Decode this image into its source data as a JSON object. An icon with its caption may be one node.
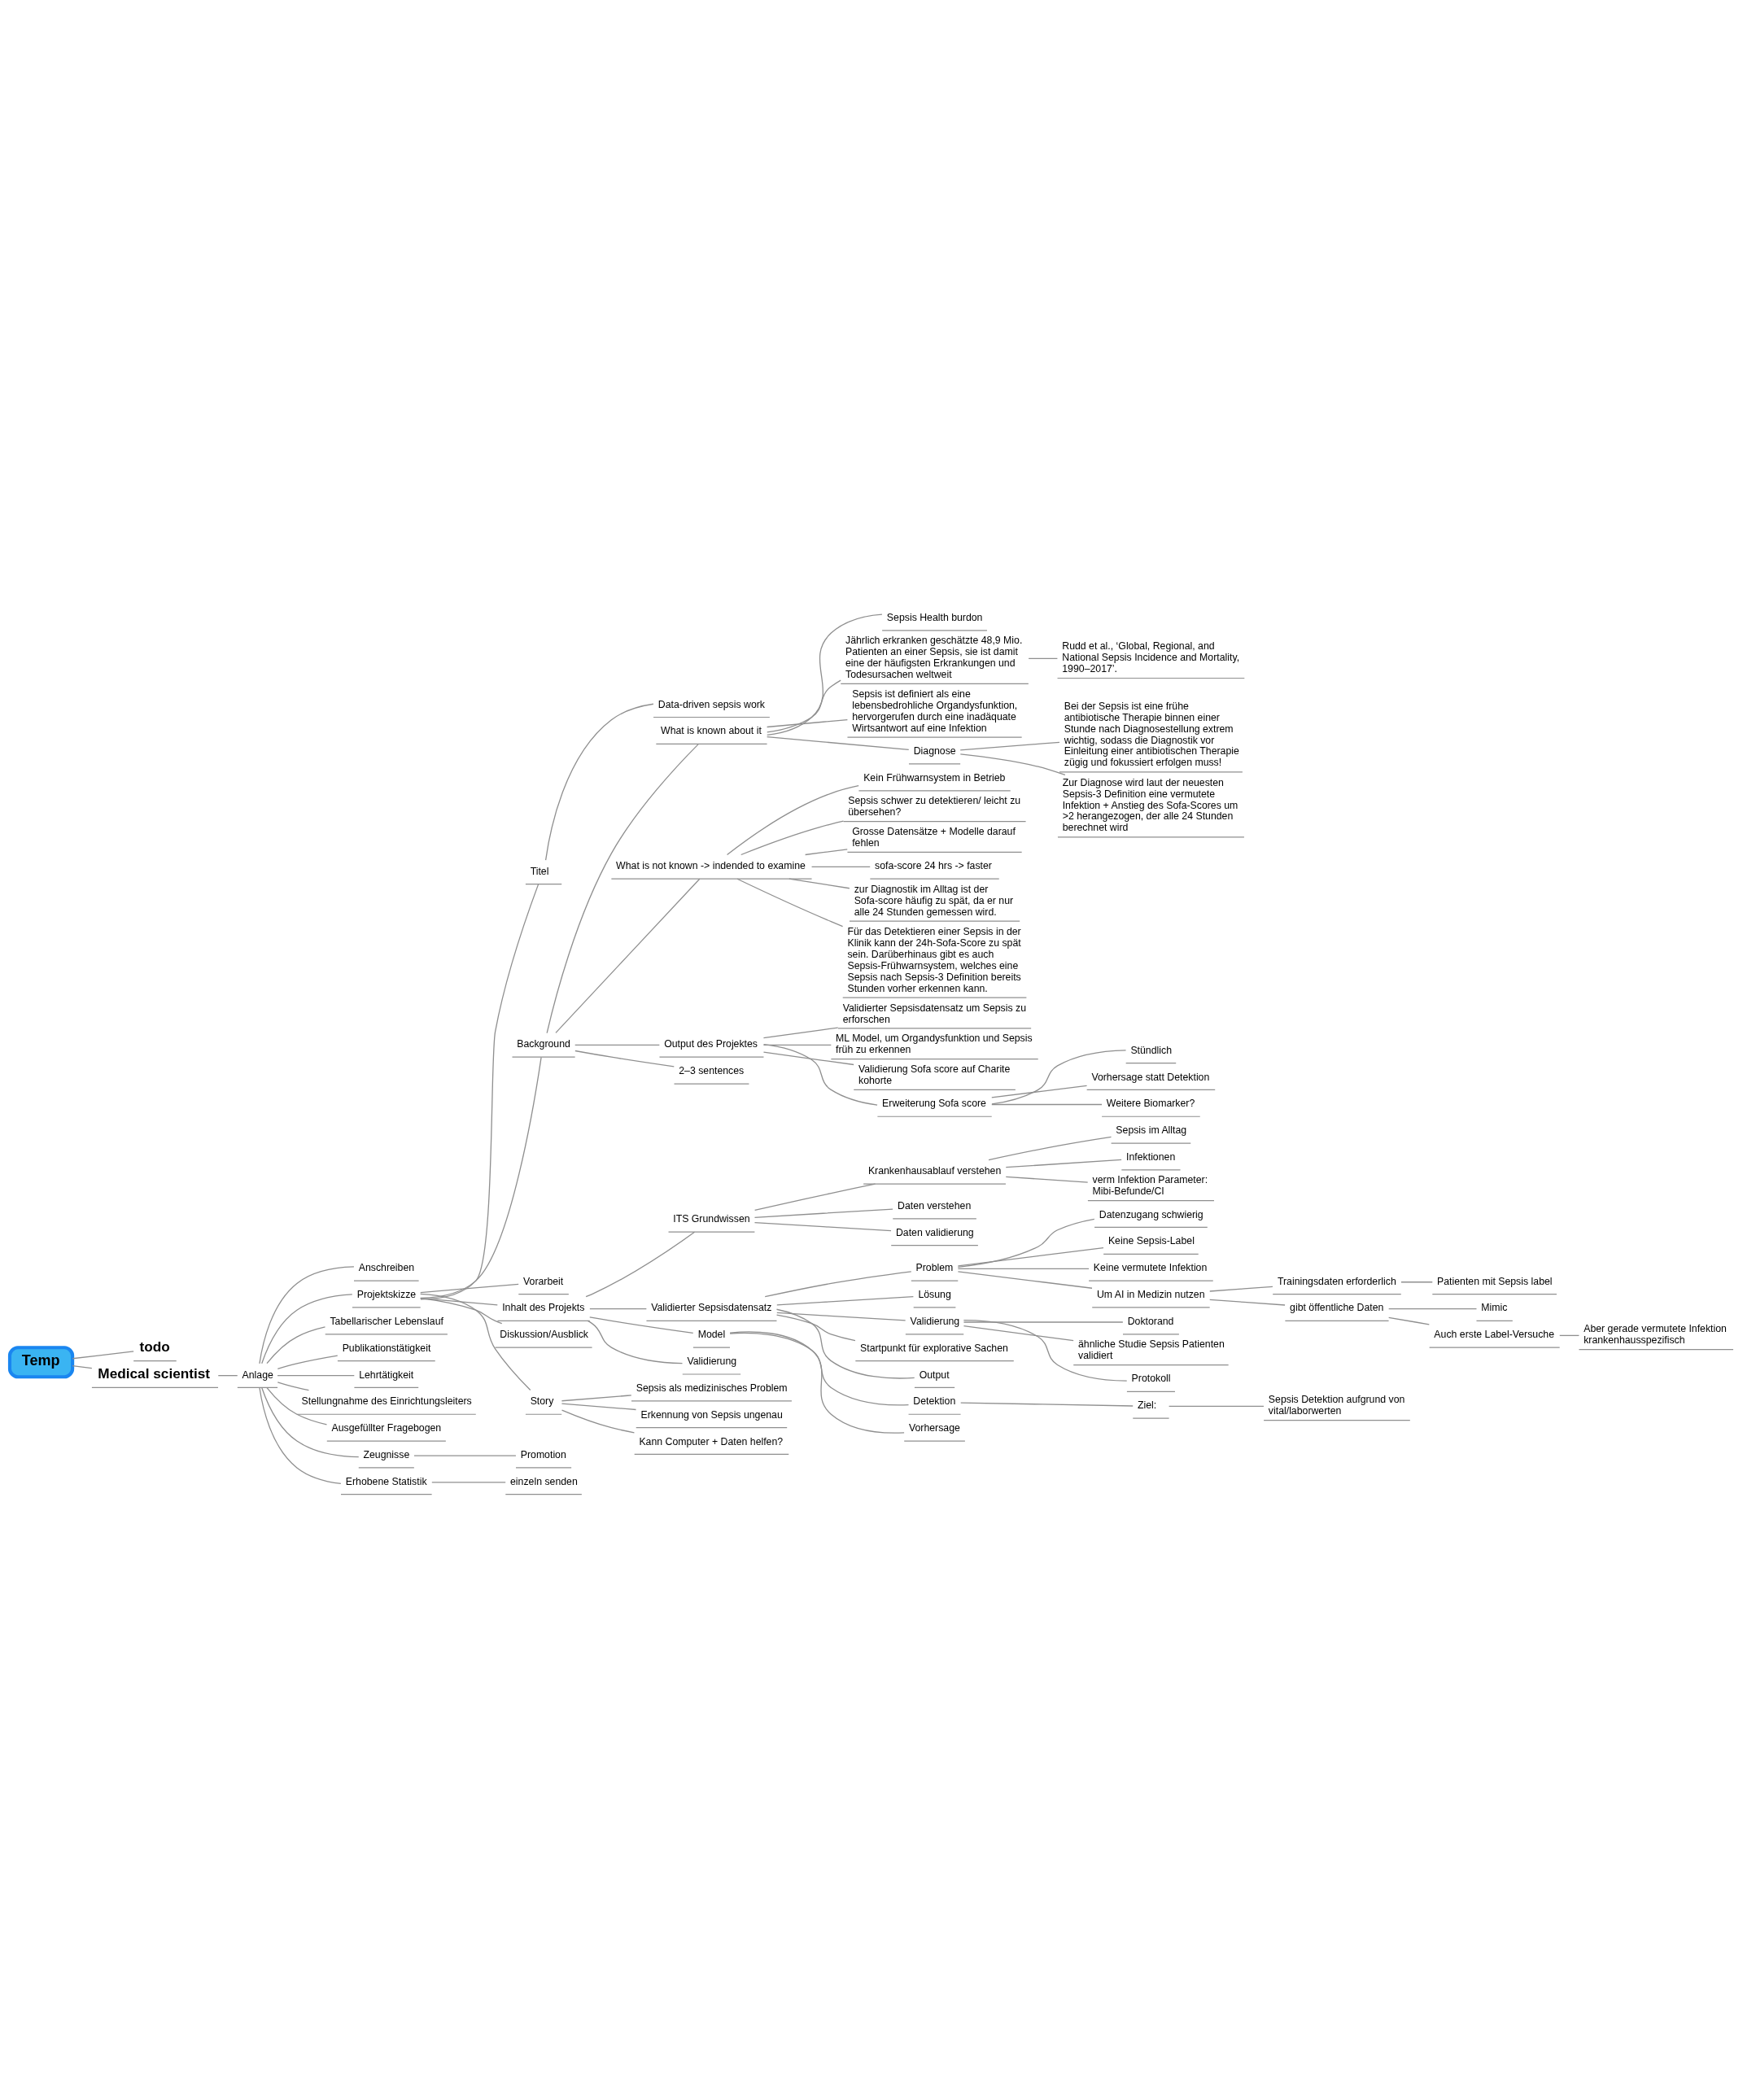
{
  "diagram": {
    "nodes": [
      {
        "text": [
          "Temp"
        ]
      },
      {
        "text": [
          "todo"
        ]
      },
      {
        "text": [
          "Medical scientist"
        ]
      },
      {
        "text": [
          "Anlage"
        ]
      },
      {
        "text": [
          "Anschreiben"
        ]
      },
      {
        "text": [
          "Projektskizze"
        ]
      },
      {
        "text": [
          "Titel"
        ]
      },
      {
        "text": [
          "Data-driven sepsis work"
        ]
      },
      {
        "text": [
          "Background"
        ]
      },
      {
        "text": [
          "What is known about it"
        ]
      },
      {
        "text": [
          "Sepsis Health burdon"
        ]
      },
      {
        "text": [
          "Jährlich erkranken geschätzte 48,9 Mio. Patienten an einer Sepsis, sie ist damit eine der häufigsten Erkrankungen und Todesursachen weltweit"
        ]
      },
      {
        "text": [
          "Rudd et al., ‘Global, Regional, and National Sepsis Incidence and Mortality, 1990–2017’."
        ]
      },
      {
        "text": [
          "Sepsis ist definiert als eine lebensbedrohliche Organdysfunktion, hervorgerufen durch eine inadäquate Wirtsantwort auf eine Infektion"
        ]
      },
      {
        "text": [
          "Diagnose"
        ]
      },
      {
        "text": [
          "Bei der Sepsis ist eine frühe antibiotische Therapie binnen einer Stunde nach Diagnosestellung extrem wichtig, sodass die Diagnostik vor Einleitung einer antibiotischen Therapie zügig und fokussiert erfolgen muss!"
        ]
      },
      {
        "text": [
          "Zur Diagnose wird laut der neuesten Sepsis-3 Definition eine vermutete Infektion + Anstieg des Sofa-Scores um >2 herangezogen, der alle 24 Stunden berechnet wird"
        ]
      },
      {
        "text": [
          "What is not known -> indended to examine"
        ]
      },
      {
        "text": [
          "Kein Frühwarnsystem in Betrieb"
        ]
      },
      {
        "text": [
          "Sepsis schwer zu detektieren/ leicht zu übersehen?"
        ]
      },
      {
        "text": [
          "Grosse Datensätze + Modelle darauf fehlen"
        ]
      },
      {
        "text": [
          "sofa-score 24 hrs -> faster"
        ]
      },
      {
        "text": [
          "zur Diagnostik im Alltag ist der Sofa-score häufig zu spät, da er nur alle 24 Stunden gemessen wird."
        ]
      },
      {
        "text": [
          "Für das Detektieren einer Sepsis in der Klinik kann der 24h-Sofa-Score zu spät sein. Darüberhinaus gibt es auch Sepsis-Frühwarnsystem, welches eine Sepsis nach Sepsis-3 Definition bereits Stunden vorher erkennen kann."
        ]
      },
      {
        "text": [
          "Output des Projektes"
        ]
      },
      {
        "text": [
          "Validierter Sepsisdatensatz um Sepsis zu erforschen"
        ]
      },
      {
        "text": [
          "ML Model, um Organdysfunktion und Sepsis früh zu erkennen"
        ]
      },
      {
        "text": [
          "Validierung Sofa score auf Charite kohorte"
        ]
      },
      {
        "text": [
          "Erweiterung Sofa score"
        ]
      },
      {
        "text": [
          "Stündlich"
        ]
      },
      {
        "text": [
          "Vorhersage statt Detektion"
        ]
      },
      {
        "text": [
          "Weitere Biomarker?"
        ]
      },
      {
        "text": [
          "2–3 sentences"
        ]
      },
      {
        "text": [
          "Vorarbeit"
        ]
      },
      {
        "text": [
          "Inhalt des Projekts"
        ]
      },
      {
        "text": [
          "ITS Grundwissen"
        ]
      },
      {
        "text": [
          "Krankenhausablauf verstehen"
        ]
      },
      {
        "text": [
          "Sepsis im Alltag"
        ]
      },
      {
        "text": [
          "Infektionen"
        ]
      },
      {
        "text": [
          "verm Infektion Parameter: Mibi-Befunde/CI"
        ]
      },
      {
        "text": [
          "Daten verstehen"
        ]
      },
      {
        "text": [
          "Daten validierung"
        ]
      },
      {
        "text": [
          "Validierter Sepsisdatensatz"
        ]
      },
      {
        "text": [
          "Problem"
        ]
      },
      {
        "text": [
          "Datenzugang schwierig"
        ]
      },
      {
        "text": [
          "Keine Sepsis-Label"
        ]
      },
      {
        "text": [
          "Keine vermutete Infektion"
        ]
      },
      {
        "text": [
          "Um AI in Medizin nutzen"
        ]
      },
      {
        "text": [
          "Trainingsdaten erforderlich"
        ]
      },
      {
        "text": [
          "Patienten mit Sepsis label"
        ]
      },
      {
        "text": [
          "gibt öffentliche Daten"
        ]
      },
      {
        "text": [
          "Mimic"
        ]
      },
      {
        "text": [
          "Auch erste Label-Versuche"
        ]
      },
      {
        "text": [
          "Aber gerade vermutete Infektion krankenhausspezifisch"
        ]
      },
      {
        "text": [
          "Lösung"
        ]
      },
      {
        "text": [
          "Validierung"
        ]
      },
      {
        "text": [
          "Doktorand"
        ]
      },
      {
        "text": [
          "ähnliche Studie Sepsis Patienten validiert"
        ]
      },
      {
        "text": [
          "Protokoll"
        ]
      },
      {
        "text": [
          "Startpunkt für explorative Sachen"
        ]
      },
      {
        "text": [
          "Output"
        ]
      },
      {
        "text": [
          "Model"
        ]
      },
      {
        "text": [
          "Detektion"
        ]
      },
      {
        "text": [
          "Ziel:"
        ]
      },
      {
        "text": [
          "Sepsis Detektion aufgrund von vital/laborwerten"
        ]
      },
      {
        "text": [
          "Vorhersage"
        ]
      },
      {
        "text": [
          "Validierung"
        ]
      },
      {
        "text": [
          "Diskussion/Ausblick"
        ]
      },
      {
        "text": [
          "Story"
        ]
      },
      {
        "text": [
          "Sepsis als medizinisches Problem"
        ]
      },
      {
        "text": [
          "Erkennung von Sepsis ungenau"
        ]
      },
      {
        "text": [
          "Kann Computer + Daten helfen?"
        ]
      },
      {
        "text": [
          "Tabellarischer Lebenslauf"
        ]
      },
      {
        "text": [
          "Publikationstätigkeit"
        ]
      },
      {
        "text": [
          "Lehrtätigkeit"
        ]
      },
      {
        "text": [
          "Stellungnahme des Einrichtungsleiters"
        ]
      },
      {
        "text": [
          "Ausgefüllter Fragebogen"
        ]
      },
      {
        "text": [
          "Zeugnisse"
        ]
      },
      {
        "text": [
          "Promotion"
        ]
      },
      {
        "text": [
          "Erhobene Statistik"
        ]
      },
      {
        "text": [
          "einzeln senden"
        ]
      }
    ],
    "edges": [
      {
        "from": 0,
        "to": 1,
        "arrow": "none"
      },
      {
        "from": 0,
        "to": 2,
        "arrow": "none"
      },
      {
        "from": 2,
        "to": 3,
        "arrow": "none"
      },
      {
        "from": 3,
        "to": 4,
        "arrow": "none"
      },
      {
        "from": 3,
        "to": 5,
        "arrow": "none"
      },
      {
        "from": 5,
        "to": 6,
        "arrow": "none"
      },
      {
        "from": 6,
        "to": 7,
        "arrow": "none"
      },
      {
        "from": 5,
        "to": 8,
        "arrow": "none"
      },
      {
        "from": 8,
        "to": 9,
        "arrow": "none"
      },
      {
        "from": 9,
        "to": 10,
        "arrow": "none"
      },
      {
        "from": 9,
        "to": 11,
        "arrow": "none"
      },
      {
        "from": 11,
        "to": 12,
        "arrow": "none"
      },
      {
        "from": 9,
        "to": 13,
        "arrow": "none"
      },
      {
        "from": 9,
        "to": 14,
        "arrow": "none"
      },
      {
        "from": 14,
        "to": 15,
        "arrow": "none"
      },
      {
        "from": 14,
        "to": 16,
        "arrow": "none"
      },
      {
        "from": 8,
        "to": 17,
        "arrow": "none"
      },
      {
        "from": 17,
        "to": 18,
        "arrow": "none"
      },
      {
        "from": 17,
        "to": 19,
        "arrow": "none"
      },
      {
        "from": 17,
        "to": 20,
        "arrow": "none"
      },
      {
        "from": 17,
        "to": 21,
        "arrow": "none"
      },
      {
        "from": 17,
        "to": 22,
        "arrow": "none"
      },
      {
        "from": 17,
        "to": 23,
        "arrow": "none"
      },
      {
        "from": 8,
        "to": 24,
        "arrow": "none"
      },
      {
        "from": 24,
        "to": 25,
        "arrow": "none"
      },
      {
        "from": 24,
        "to": 26,
        "arrow": "none"
      },
      {
        "from": 24,
        "to": 27,
        "arrow": "none"
      },
      {
        "from": 24,
        "to": 28,
        "arrow": "none"
      },
      {
        "from": 28,
        "to": 29,
        "arrow": "none"
      },
      {
        "from": 28,
        "to": 30,
        "arrow": "none"
      },
      {
        "from": 28,
        "to": 31,
        "arrow": "none"
      },
      {
        "from": 8,
        "to": 32,
        "arrow": "none"
      },
      {
        "from": 5,
        "to": 33,
        "arrow": "none"
      },
      {
        "from": 5,
        "to": 34,
        "arrow": "none"
      },
      {
        "from": 34,
        "to": 35,
        "arrow": "none"
      },
      {
        "from": 35,
        "to": 36,
        "arrow": "none"
      },
      {
        "from": 36,
        "to": 37,
        "arrow": "none"
      },
      {
        "from": 36,
        "to": 38,
        "arrow": "none"
      },
      {
        "from": 36,
        "to": 39,
        "arrow": "none"
      },
      {
        "from": 35,
        "to": 40,
        "arrow": "none"
      },
      {
        "from": 35,
        "to": 41,
        "arrow": "none"
      },
      {
        "from": 34,
        "to": 42,
        "arrow": "none"
      },
      {
        "from": 42,
        "to": 43,
        "arrow": "none"
      },
      {
        "from": 43,
        "to": 44,
        "arrow": "none"
      },
      {
        "from": 43,
        "to": 45,
        "arrow": "none"
      },
      {
        "from": 43,
        "to": 46,
        "arrow": "none"
      },
      {
        "from": 43,
        "to": 47,
        "arrow": "none"
      },
      {
        "from": 47,
        "to": 48,
        "arrow": "none"
      },
      {
        "from": 48,
        "to": 49,
        "arrow": "none"
      },
      {
        "from": 47,
        "to": 50,
        "arrow": "none"
      },
      {
        "from": 50,
        "to": 51,
        "arrow": "none"
      },
      {
        "from": 50,
        "to": 52,
        "arrow": "none"
      },
      {
        "from": 52,
        "to": 53,
        "arrow": "none"
      },
      {
        "from": 42,
        "to": 54,
        "arrow": "none"
      },
      {
        "from": 42,
        "to": 55,
        "arrow": "none"
      },
      {
        "from": 55,
        "to": 56,
        "arrow": "none"
      },
      {
        "from": 55,
        "to": 57,
        "arrow": "none"
      },
      {
        "from": 55,
        "to": 58,
        "arrow": "none"
      },
      {
        "from": 42,
        "to": 59,
        "arrow": "none"
      },
      {
        "from": 42,
        "to": 60,
        "arrow": "none"
      },
      {
        "from": 34,
        "to": 61,
        "arrow": "none"
      },
      {
        "from": 61,
        "to": 62,
        "arrow": "none"
      },
      {
        "from": 62,
        "to": 63,
        "arrow": "none"
      },
      {
        "from": 63,
        "to": 64,
        "arrow": "none"
      },
      {
        "from": 61,
        "to": 65,
        "arrow": "none"
      },
      {
        "from": 34,
        "to": 66,
        "arrow": "none"
      },
      {
        "from": 5,
        "to": 67,
        "arrow": "none"
      },
      {
        "from": 5,
        "to": 68,
        "arrow": "none"
      },
      {
        "from": 68,
        "to": 69,
        "arrow": "none"
      },
      {
        "from": 68,
        "to": 70,
        "arrow": "none"
      },
      {
        "from": 68,
        "to": 71,
        "arrow": "none"
      },
      {
        "from": 3,
        "to": 72,
        "arrow": "none"
      },
      {
        "from": 3,
        "to": 73,
        "arrow": "none"
      },
      {
        "from": 3,
        "to": 74,
        "arrow": "none"
      },
      {
        "from": 3,
        "to": 75,
        "arrow": "none"
      },
      {
        "from": 3,
        "to": 76,
        "arrow": "none"
      },
      {
        "from": 3,
        "to": 77,
        "arrow": "none"
      },
      {
        "from": 77,
        "to": 78,
        "arrow": "none"
      },
      {
        "from": 3,
        "to": 79,
        "arrow": "none"
      },
      {
        "from": 79,
        "to": 80,
        "arrow": "none"
      }
    ]
  }
}
